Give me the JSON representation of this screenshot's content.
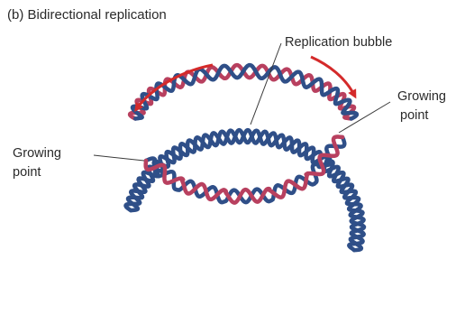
{
  "title": "(b)  Bidirectional replication",
  "labels": {
    "bubble": "Replication bubble",
    "growing_right_line1": "Growing",
    "growing_right_line2": "point",
    "growing_left_line1": "Growing",
    "growing_left_line2": "point"
  },
  "colors": {
    "parental_strand": "#2f4f88",
    "new_strand": "#b8405f",
    "arrow": "#d42a2a",
    "text": "#2a2a2a"
  }
}
